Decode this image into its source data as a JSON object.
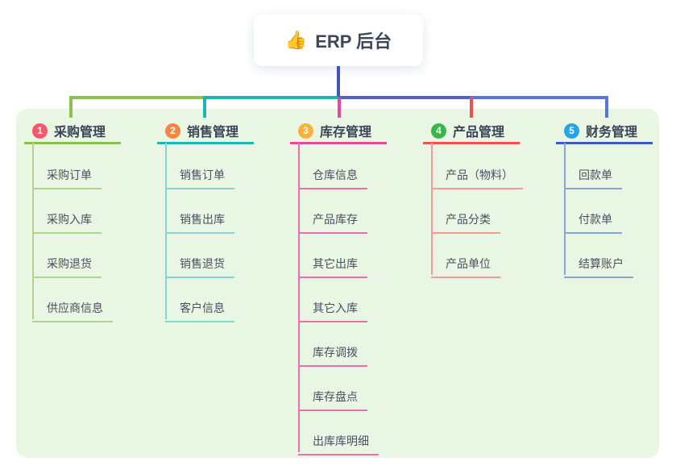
{
  "root": {
    "icon": "👍",
    "label": "ERP 后台"
  },
  "colors": {
    "panel_bg": "#e9f6e4",
    "root_stem": "#4355b8",
    "connector_left_green": "#8cc152",
    "connector_mid_teal": "#19b7b4",
    "connector_right_indigo_1": "#5361bf",
    "connector_right_indigo_2": "#5b74dd",
    "inventory_drop_pink": "#e8489c",
    "product_drop_red": "#f2504e"
  },
  "branches": [
    {
      "badge": "1",
      "title": "采购管理",
      "accent": "#8cc152",
      "light": "#aed58c",
      "badge_color": "#f25a6b",
      "children": [
        "采购订单",
        "采购入库",
        "采购退货",
        "供应商信息"
      ]
    },
    {
      "badge": "2",
      "title": "销售管理",
      "accent": "#19b7b4",
      "light": "#82d6cf",
      "badge_color": "#f5863f",
      "children": [
        "销售订单",
        "销售出库",
        "销售退货",
        "客户信息"
      ]
    },
    {
      "badge": "3",
      "title": "库存管理",
      "accent": "#e8489c",
      "light": "#ee6fae",
      "badge_color": "#f7b13c",
      "children": [
        "仓库信息",
        "产品库存",
        "其它出库",
        "其它入库",
        "库存调拨",
        "库存盘点",
        "出库库明细"
      ]
    },
    {
      "badge": "4",
      "title": "产品管理",
      "accent": "#f2504e",
      "light": "#f59b94",
      "badge_color": "#39b54a",
      "children": [
        "产品（物料）",
        "产品分类",
        "产品单位"
      ]
    },
    {
      "badge": "5",
      "title": "财务管理",
      "accent": "#3d5bc4",
      "light": "#8ba3dd",
      "badge_color": "#29a4e2",
      "children": [
        "回款单",
        "付款单",
        "结算账户"
      ]
    }
  ]
}
